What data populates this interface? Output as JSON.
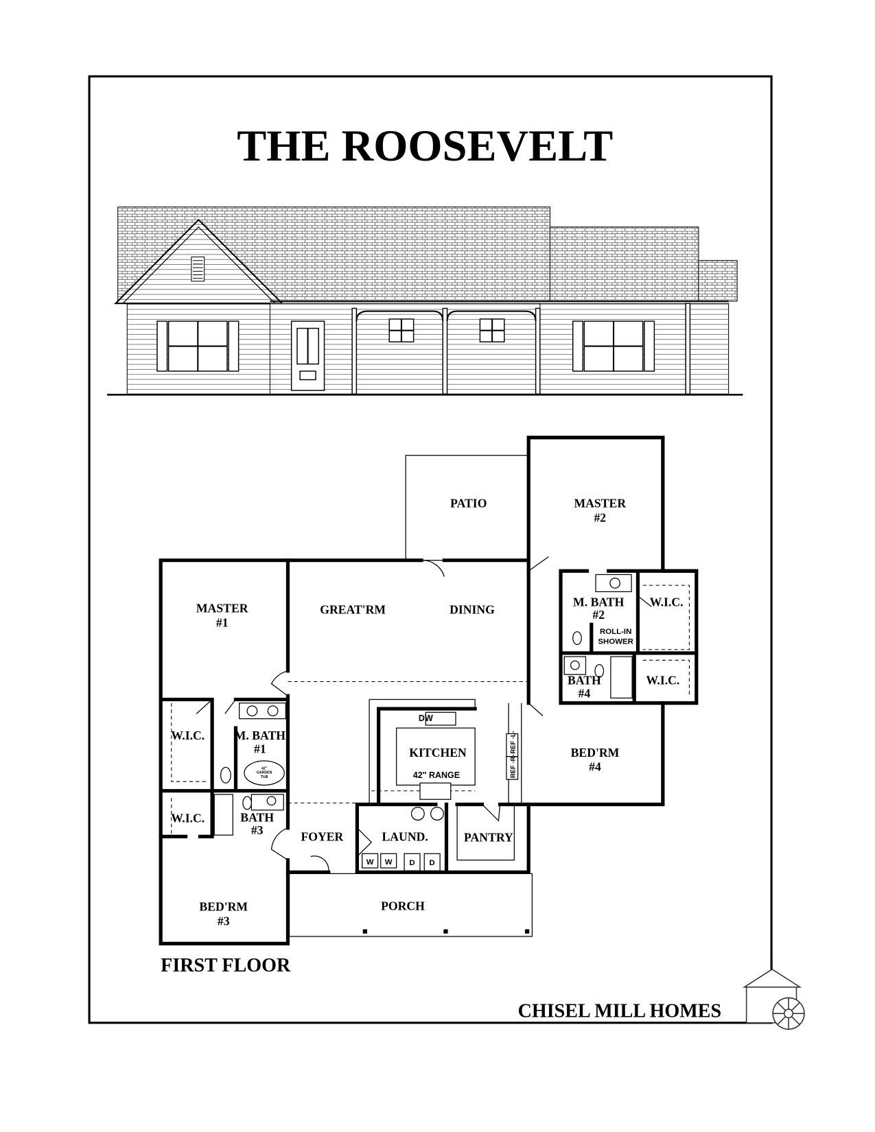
{
  "title": "THE ROOSEVELT",
  "caption": "FIRST FLOOR",
  "company": "CHISEL MILL HOMES",
  "rooms": {
    "patio": "PATIO",
    "master2": [
      "MASTER",
      "#2"
    ],
    "master1": [
      "MASTER",
      "#1"
    ],
    "greatrm": "GREAT'RM",
    "dining": "DINING",
    "mbath2": [
      "M. BATH",
      "#2"
    ],
    "wic_m2a": "W.I.C.",
    "wic_m2b": "W.I.C.",
    "rollin": [
      "ROLL-IN",
      "SHOWER"
    ],
    "bath4": [
      "BATH",
      "#4"
    ],
    "wic_m1": "W.I.C.",
    "mbath1": [
      "M. BATH",
      "#1"
    ],
    "kitchen": "KITCHEN",
    "bedrm4": [
      "BED'RM",
      "#4"
    ],
    "wic_b3": "W.I.C.",
    "bath3": [
      "BATH",
      "#3"
    ],
    "foyer": "FOYER",
    "laund": "LAUND.",
    "pantry": "PANTRY",
    "porch": "PORCH",
    "bedrm3": [
      "BED'RM",
      "#3"
    ]
  },
  "fixtures": {
    "range": "42\" RANGE",
    "dw": "DW",
    "ref_l": "REF -L-",
    "ref_r": "REF -R-",
    "tub": [
      "42\"",
      "GARDEN",
      "TUB"
    ],
    "washer": "W",
    "dryer": "D"
  }
}
